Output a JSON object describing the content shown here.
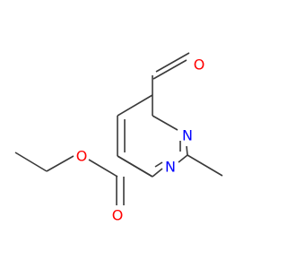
{
  "molecule": {
    "colors": {
      "bond": "#3a3a3a",
      "oxygen": "#ff0000",
      "nitrogen": "#0000ff"
    },
    "atoms": {
      "aldehyde_o": "O",
      "ring_n1": "N",
      "ring_n3": "N",
      "ester_o_double": "O",
      "ester_o_single": "O"
    }
  }
}
